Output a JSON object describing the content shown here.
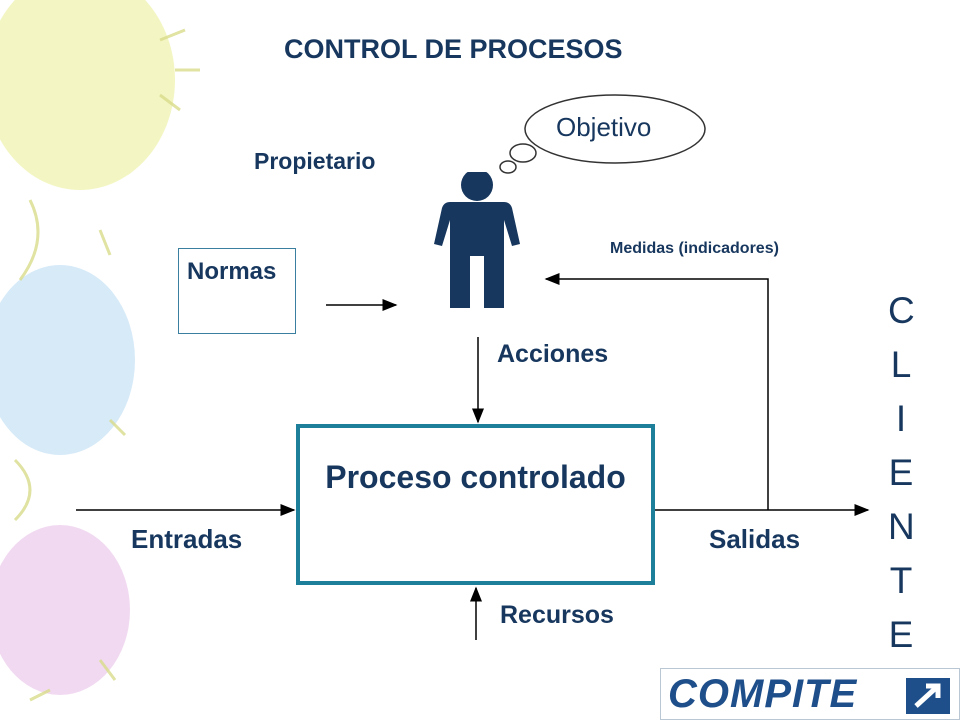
{
  "title": "CONTROL DE PROCESOS",
  "owner_label": "Propietario",
  "objective_label": "Objetivo",
  "measures_label": "Medidas (indicadores)",
  "norms_label": "Normas",
  "actions_label": "Acciones",
  "process_label": "Proceso controlado",
  "inputs_label": "Entradas",
  "outputs_label": "Salidas",
  "resources_label": "Recursos",
  "client_label": "CLIENTE",
  "logo_text": "COMPITE",
  "colors": {
    "text": "#17375e",
    "box_border": "#1e7f9a",
    "person": "#17375e",
    "arrows": "#000000"
  }
}
